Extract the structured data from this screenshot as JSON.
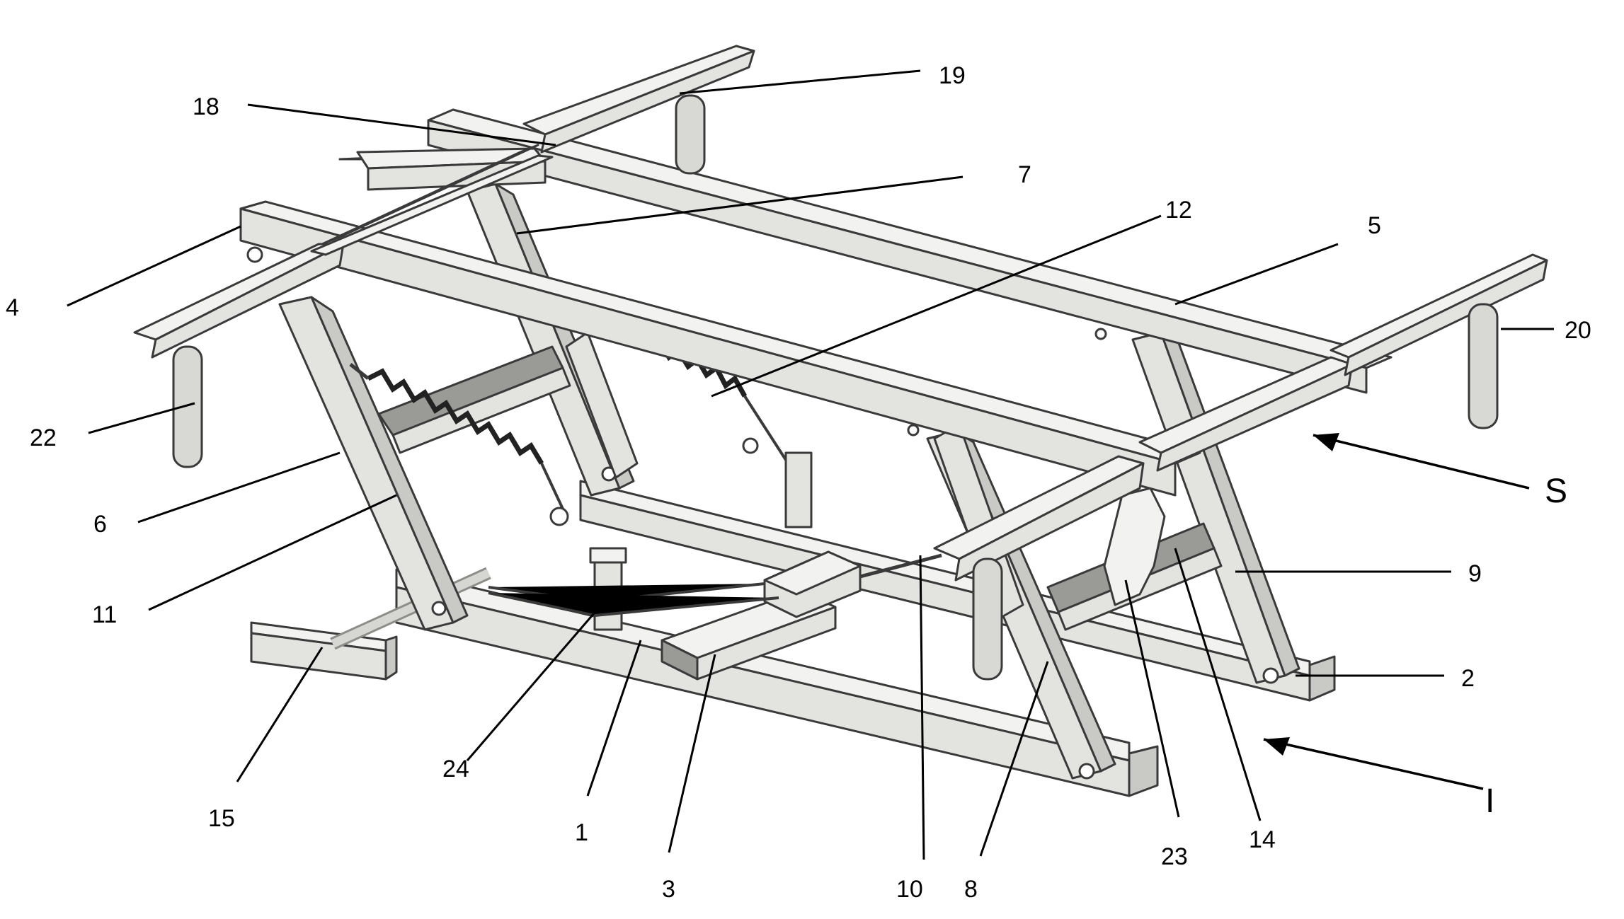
{
  "figure": {
    "part_labels": {
      "p1": "1",
      "p2": "2",
      "p3": "3",
      "p4": "4",
      "p5": "5",
      "p6": "6",
      "p7": "7",
      "p8": "8",
      "p9": "9",
      "p10": "10",
      "p11": "11",
      "p12": "12",
      "p14": "14",
      "p15": "15",
      "p18": "18",
      "p19": "19",
      "p20": "20",
      "p22": "22",
      "p23": "23",
      "p24": "24"
    },
    "assembly_labels": {
      "upper": "S",
      "lower": "I"
    }
  }
}
